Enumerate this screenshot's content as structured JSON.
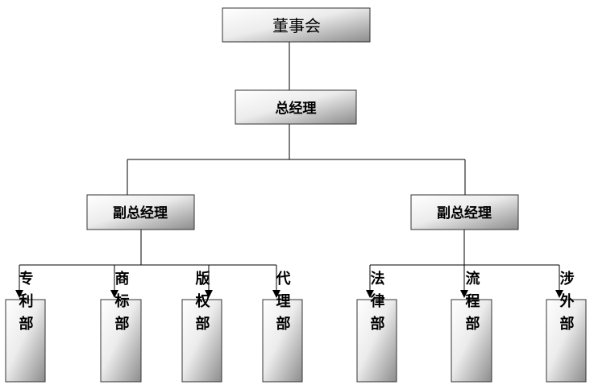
{
  "org_chart": {
    "board": {
      "label": "董事会"
    },
    "general_manager": {
      "label": "总经理"
    },
    "deputy_left": {
      "label": "副总经理"
    },
    "deputy_right": {
      "label": "副总经理"
    },
    "departments_left": [
      {
        "label": "专利部"
      },
      {
        "label": "商标部"
      },
      {
        "label": "版权部"
      },
      {
        "label": "代理部"
      }
    ],
    "departments_right": [
      {
        "label": "法律部"
      },
      {
        "label": "流程部"
      },
      {
        "label": "涉外部"
      }
    ]
  }
}
